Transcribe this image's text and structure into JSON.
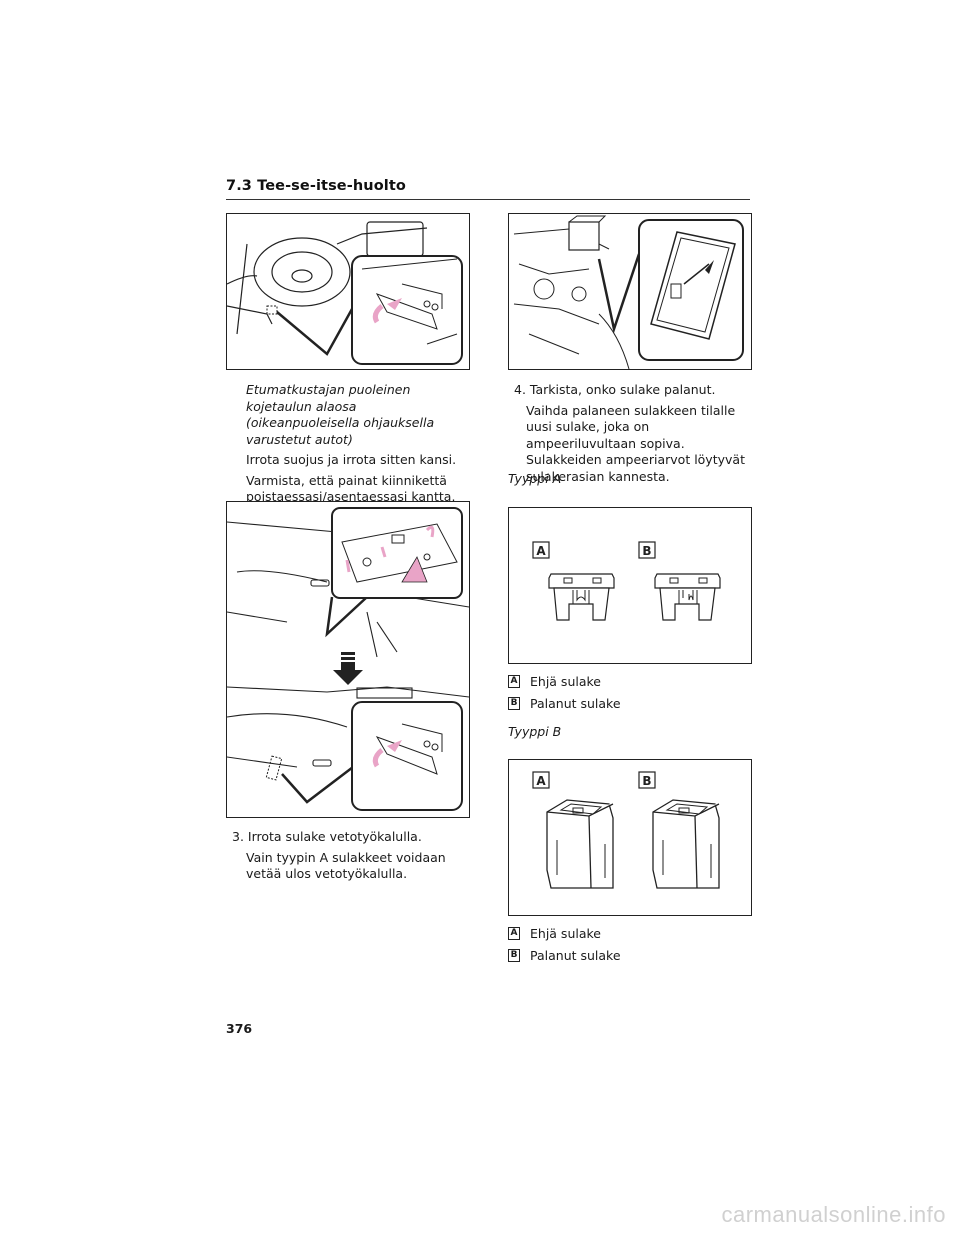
{
  "header": {
    "section_title": "7.3  Tee-se-itse-huolto"
  },
  "left": {
    "caption": "Etumatkustajan puoleinen kojetaulun alaosa (oikeanpuoleisella ohjauksella varustetut autot)",
    "para1": "Irrota suojus ja irrota sitten kansi.",
    "para2": "Varmista, että painat kiinnikettä poistaessasi/asentaessasi kantta.",
    "step3_title": "3. Irrota sulake vetotyökalulla.",
    "step3_body": "Vain tyypin A sulakkeet voidaan vetää ulos vetotyökalulla."
  },
  "right": {
    "step4_title": "4. Tarkista, onko sulake palanut.",
    "step4_body": "Vaihda palaneen sulakkeen tilalle uusi sulake, joka on ampeeriluvultaan sopiva. Sulakkeiden ampeeriarvot löytyvät sulakerasian kannesta.",
    "type_a_label": "Tyyppi A",
    "type_b_label": "Tyyppi B",
    "legend_a": [
      {
        "key": "A",
        "text": "Ehjä sulake"
      },
      {
        "key": "B",
        "text": "Palanut sulake"
      }
    ],
    "legend_b": [
      {
        "key": "A",
        "text": "Ehjä sulake"
      },
      {
        "key": "B",
        "text": "Palanut sulake"
      }
    ],
    "fig_a_labels": [
      "A",
      "B"
    ],
    "fig_b_labels": [
      "A",
      "B"
    ]
  },
  "footer": {
    "page_number": "376"
  },
  "watermark": "carmanualsonline.info",
  "colors": {
    "accent_arrow": "#e9a4c7",
    "line": "#222222"
  }
}
